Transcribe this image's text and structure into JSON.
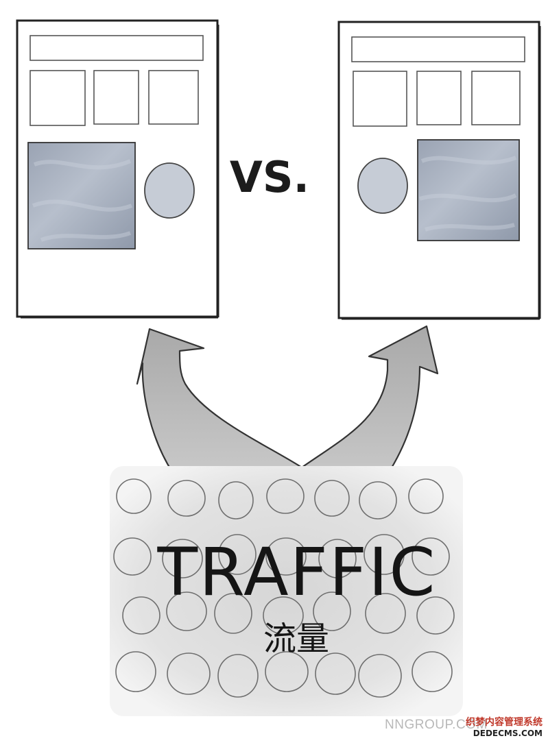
{
  "diagram": {
    "vs_label": "VS.",
    "traffic_label": "TRAFFIC",
    "traffic_label_zh": "流量"
  },
  "footer": {
    "source": "NNGROUP.COM",
    "watermark_cn": "织梦内容管理系统",
    "watermark_domain": "DEDECMS.COM"
  },
  "colors": {
    "outline": "#2a2a2a",
    "image_fill": "#a7b0bf",
    "circle_fill": "#c9cfd8",
    "arrow_fill": "#b9b9b9",
    "traffic_wash": "#d9d9d9"
  }
}
